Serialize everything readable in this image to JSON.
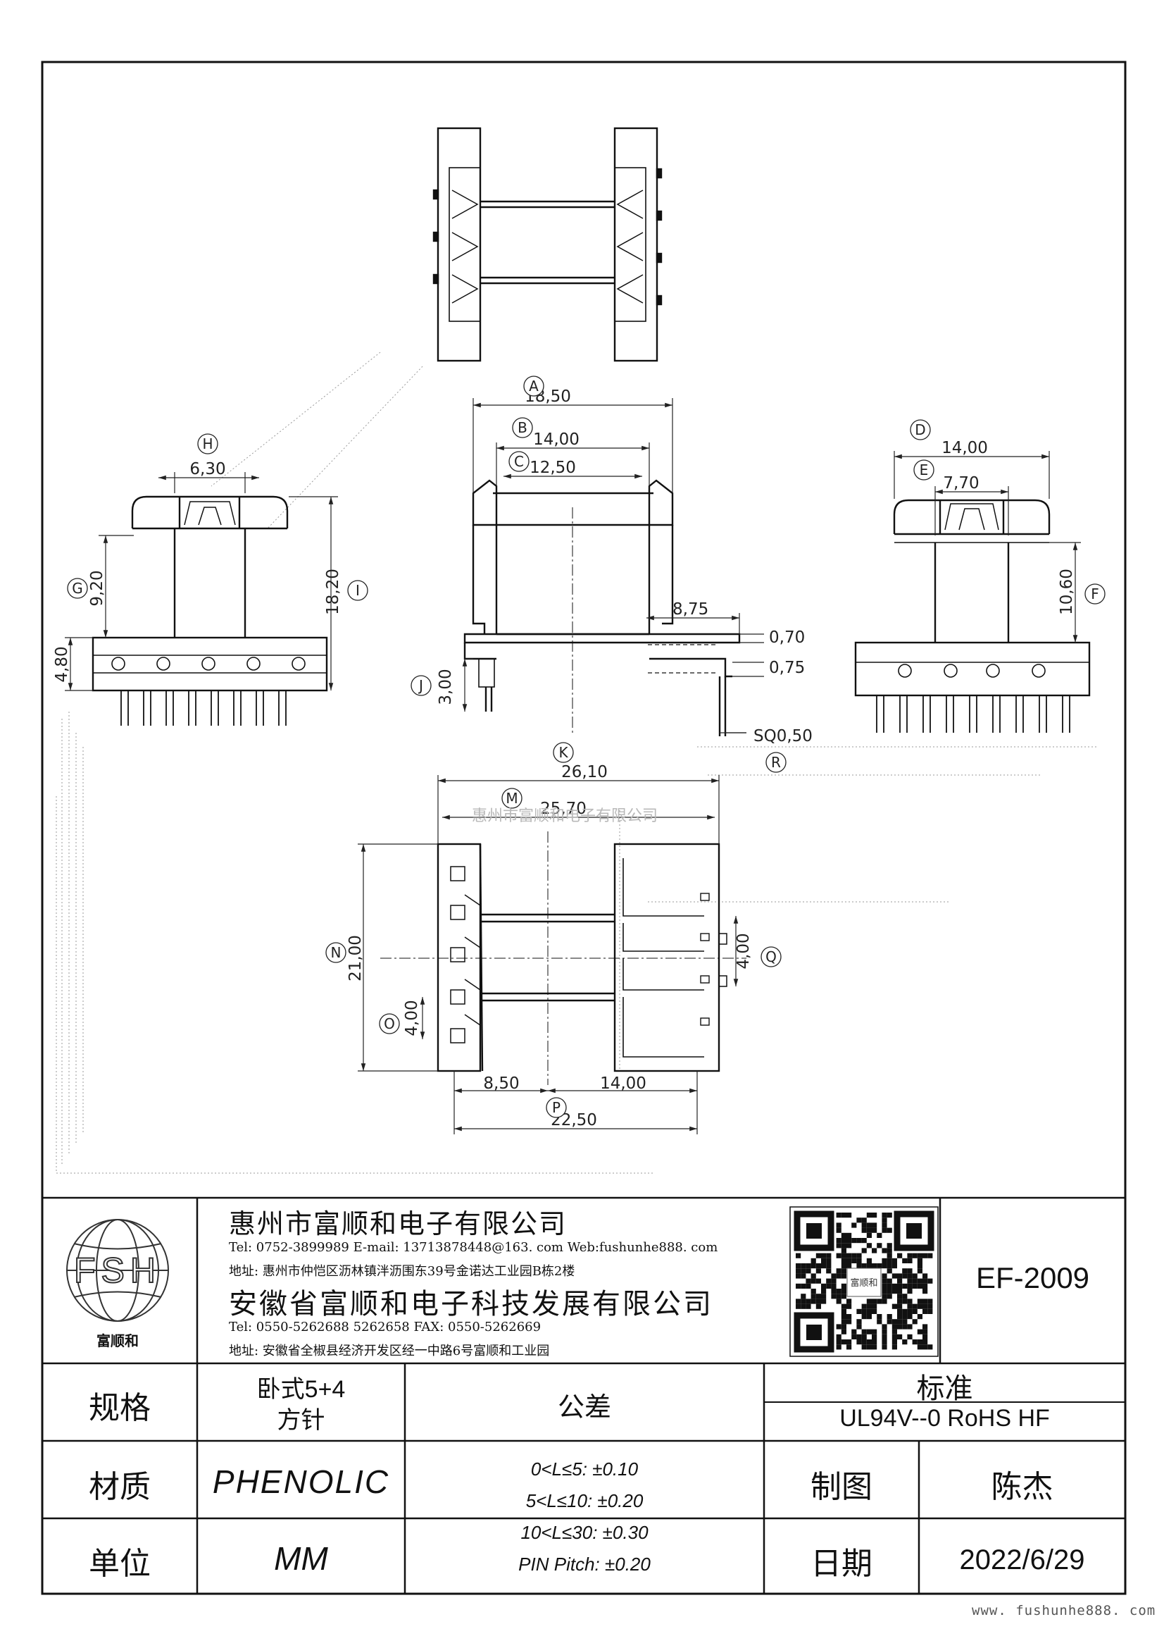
{
  "drawing": {
    "part_number": "EF-2009",
    "watermark": "惠州市富顺和电子有限公司",
    "footer_url": "www. fushunhe888. com",
    "dimensions": {
      "A": "18,50",
      "B": "14,00",
      "C": "12,50",
      "D": "14,00",
      "E": "7,70",
      "F": "10,60",
      "G": "9,20",
      "H": "6,30",
      "I": "18,20",
      "J": "3,00",
      "K": "26,10",
      "M": "25,70",
      "N": "21,00",
      "O": "4,00",
      "P": "22,50",
      "Q": "4,00",
      "R": "SQ0,50",
      "side_pin_h": "4,80",
      "shoulder": "8,75",
      "t1": "0,70",
      "t2": "0,75",
      "p_left": "8,50",
      "p_right": "14,00"
    },
    "callouts": [
      "A",
      "B",
      "C",
      "D",
      "E",
      "F",
      "G",
      "H",
      "I",
      "J",
      "K",
      "M",
      "N",
      "O",
      "P",
      "Q",
      "R"
    ]
  },
  "company": {
    "logo_letters": "FSH",
    "logo_caption": "富顺和",
    "name1": "惠州市富顺和电子有限公司",
    "contact1": "Tel:  0752-3899989  E-mail: 13713878448@163. com  Web:fushunhe888. com",
    "address1": "地址: 惠州市仲恺区沥林镇泮沥围东39号金诺达工业园B栋2楼",
    "name2": "安徽省富顺和电子科技发展有限公司",
    "contact2": "Tel:   0550-5262688   5262658        FAX:  0550-5262669",
    "address2": "地址: 安徽省全椒县经济开发区经一中路6号富顺和工业园",
    "qr_caption": "富顺和"
  },
  "table": {
    "spec_label": "规格",
    "spec_value_1": "卧式5+4",
    "spec_value_2": "方针",
    "material_label": "材质",
    "material_value": "PHENOLIC",
    "unit_label": "单位",
    "unit_value": "MM",
    "tolerance_label": "公差",
    "tolerances": [
      "0<L≤5: ±0.10",
      "5<L≤10: ±0.20",
      "10<L≤30: ±0.30",
      "PIN Pitch: ±0.20"
    ],
    "standard_label": "标准",
    "standard_value": "UL94V--0  RoHS HF",
    "drawn_label": "制图",
    "drawn_value": "陈杰",
    "date_label": "日期",
    "date_value": "2022/6/29"
  }
}
